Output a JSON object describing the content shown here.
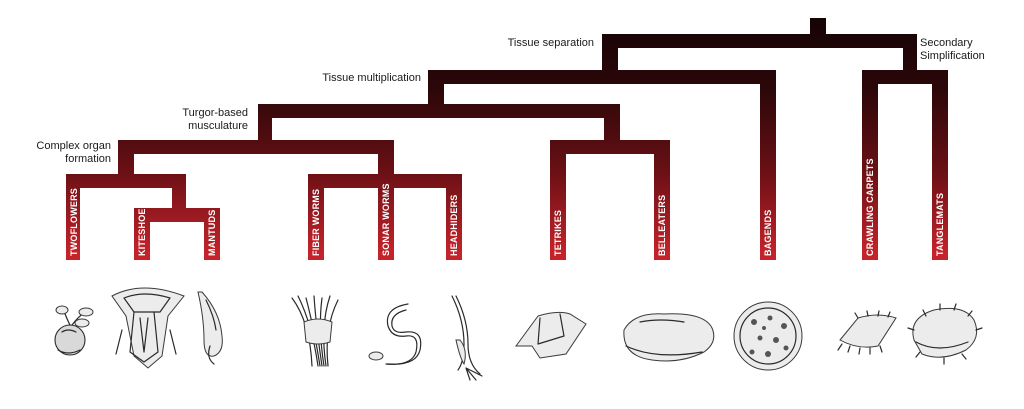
{
  "nodes": {
    "tissue_separation": "Tissue separation",
    "secondary_simplification_line1": "Secondary",
    "secondary_simplification_line2": "Simplification",
    "tissue_multiplication": "Tissue multiplication",
    "turgor_line1": "Turgor-based",
    "turgor_line2": "musculature",
    "complex_organ_line1": "Complex organ",
    "complex_organ_line2": "formation"
  },
  "leaves": [
    {
      "id": "twoflowers",
      "label": "TWOFLOWERS",
      "creature": "bulb-flower-icon"
    },
    {
      "id": "kiteshoes",
      "label": "KITESHOES",
      "creature": "kite-frame-icon"
    },
    {
      "id": "mantuds",
      "label": "MANTUDS",
      "creature": "drop-tail-icon"
    },
    {
      "id": "fiber_worms",
      "label": "FIBER WORMS",
      "creature": "fiber-bundle-icon"
    },
    {
      "id": "sonar_worms",
      "label": "SONAR WORMS",
      "creature": "s-worm-icon"
    },
    {
      "id": "headhiders",
      "label": "HEADHIDERS",
      "creature": "curved-stalk-icon"
    },
    {
      "id": "tetrikes",
      "label": "TETRIKES",
      "creature": "flat-sheet-icon"
    },
    {
      "id": "belleaters",
      "label": "BELLEATERS",
      "creature": "blob-pad-icon"
    },
    {
      "id": "bagends",
      "label": "BAGENDS",
      "creature": "round-bag-icon"
    },
    {
      "id": "crawling_carpets",
      "label": "CRAWLING CARPETS",
      "creature": "hairy-carpet-icon"
    },
    {
      "id": "tanglemats",
      "label": "TANGLEMATS",
      "creature": "fuzzy-mat-icon"
    }
  ],
  "colors": {
    "leaf_red": "#c8242a",
    "root_dark": "#1a0608",
    "mid_maroon": "#5a0f14"
  }
}
